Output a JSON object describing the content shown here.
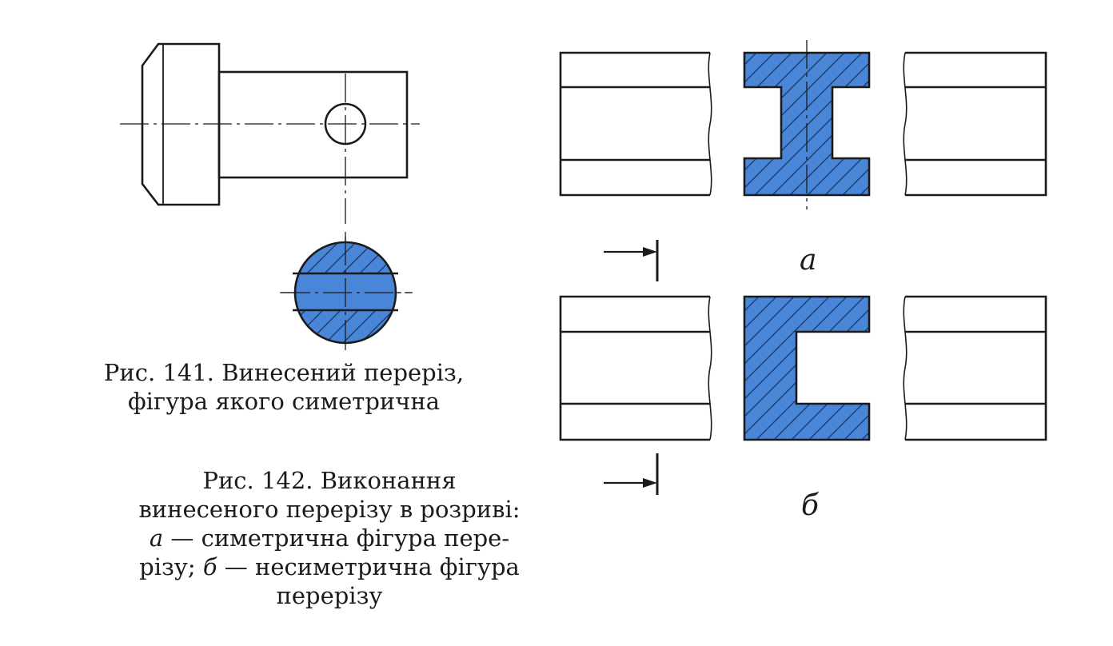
{
  "figure141": {
    "caption_line1": "Рис. 141. Винесений переріз,",
    "caption_line2": "фігура якого симетрична"
  },
  "figure142": {
    "caption_line1": "Рис. 142. Виконання",
    "caption_line2": "винесеного перерізу в розриві:",
    "caption_line3_letter": "а",
    "caption_line3_text": " — симетрична фігура пере-",
    "caption_line4_start": "різу; ",
    "caption_line4_letter": "б",
    "caption_line4_text": " — несиметрична фігура",
    "caption_line5": "перерізу",
    "label_a": "а",
    "label_b": "б"
  },
  "colors": {
    "section_fill": "#4a86d8",
    "line": "#1b1b1b",
    "hatch": "#1f3a66"
  }
}
